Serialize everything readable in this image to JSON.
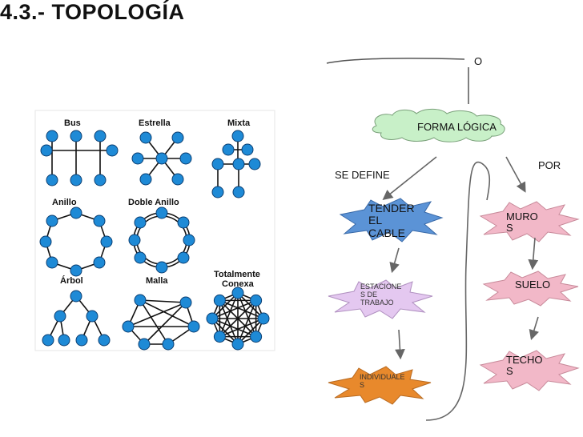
{
  "slide": {
    "title": "4.3.- TOPOLOGÍA"
  },
  "topology_image": {
    "labels": {
      "bus": "Bus",
      "star": "Estrella",
      "mixed": "Mixta",
      "ring": "Anillo",
      "double_ring": "Doble Anillo",
      "tree": "Árbol",
      "mesh": "Malla",
      "full_top": "Totalmente",
      "full_bottom": "Conexa"
    },
    "node_color": "#1e8ad6",
    "line_color": "#111111"
  },
  "diagram": {
    "top_text": "O",
    "logical": "FORMA LÓGICA",
    "defined_by": "SE DEFINE",
    "by": "POR",
    "cable": "TENDER\nEL\nCABLE",
    "workstations": "ESTACIONE\nS DE\nTRABAJO",
    "individuals": "INDIVIDUALE\nS",
    "walls": "MURO\nS",
    "floor": "SUELO",
    "ceilings": "TECHO\nS",
    "colors": {
      "cloud": "#c8f0c8",
      "cable_burst": "#5b93d6",
      "workstation_burst": "#e4c8f0",
      "individual_burst": "#e8892c",
      "pink_burst": "#f2b8c8"
    }
  }
}
